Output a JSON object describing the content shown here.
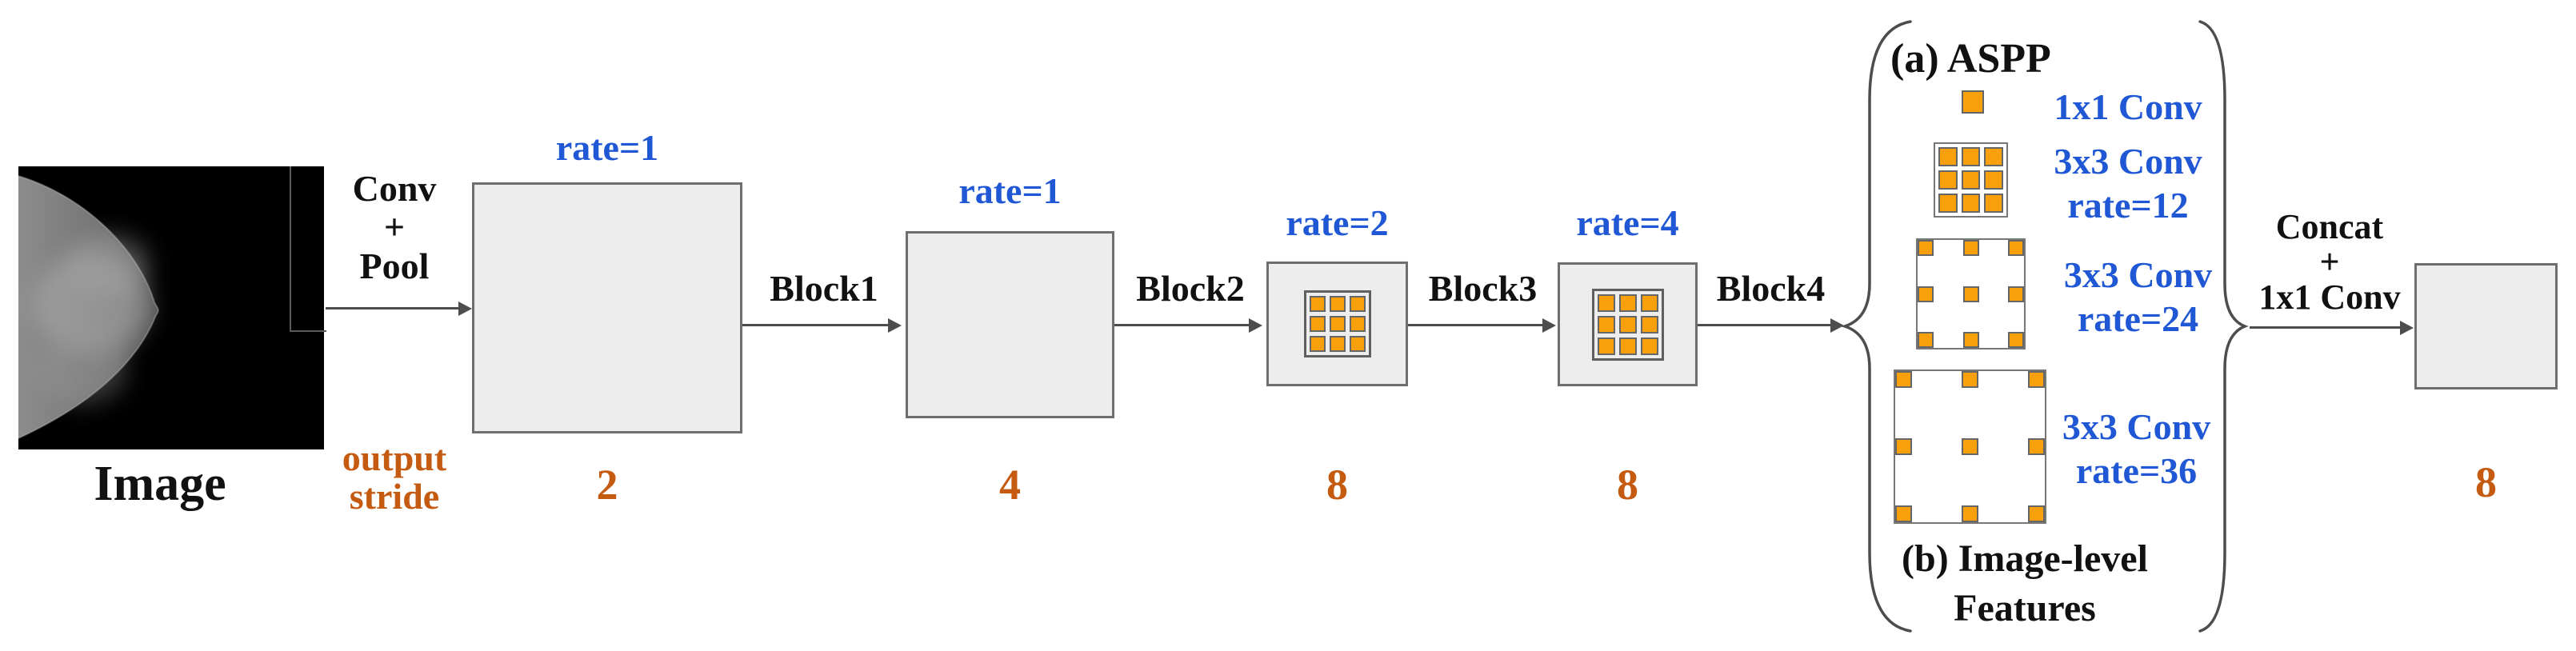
{
  "colors": {
    "accent_blue": "#1F57D4",
    "label_orange": "#C55A11",
    "square_orange": "#F9A10D",
    "box_fill": "#EDEDED",
    "box_border": "#6E6E6E",
    "arrow_gray": "#4D4D4D",
    "text_black": "#111111"
  },
  "input_image": {
    "label": "Image"
  },
  "stem": {
    "line1": "Conv",
    "line2": "+",
    "line3": "Pool"
  },
  "output_stride": {
    "line1": "output",
    "line2": "stride"
  },
  "stages": [
    {
      "rate": "rate=1",
      "stride": "2"
    },
    {
      "rate": "rate=1",
      "stride": "4"
    },
    {
      "rate": "rate=2",
      "stride": "8"
    },
    {
      "rate": "rate=4",
      "stride": "8"
    }
  ],
  "arrows": {
    "block1": "Block1",
    "block2": "Block2",
    "block3": "Block3",
    "block4": "Block4"
  },
  "aspp": {
    "title": "(a) ASPP",
    "branch_1x1": {
      "line1": "1x1 Conv"
    },
    "branch_12": {
      "line1": "3x3 Conv",
      "line2": "rate=12"
    },
    "branch_24": {
      "line1": "3x3 Conv",
      "line2": "rate=24"
    },
    "branch_36": {
      "line1": "3x3 Conv",
      "line2": "rate=36"
    },
    "image_level": {
      "line1": "(b) Image-level",
      "line2": "Features"
    }
  },
  "head": {
    "concat_line1": "Concat",
    "concat_line2": "+",
    "concat_line3": "1x1 Conv",
    "stride": "8"
  }
}
